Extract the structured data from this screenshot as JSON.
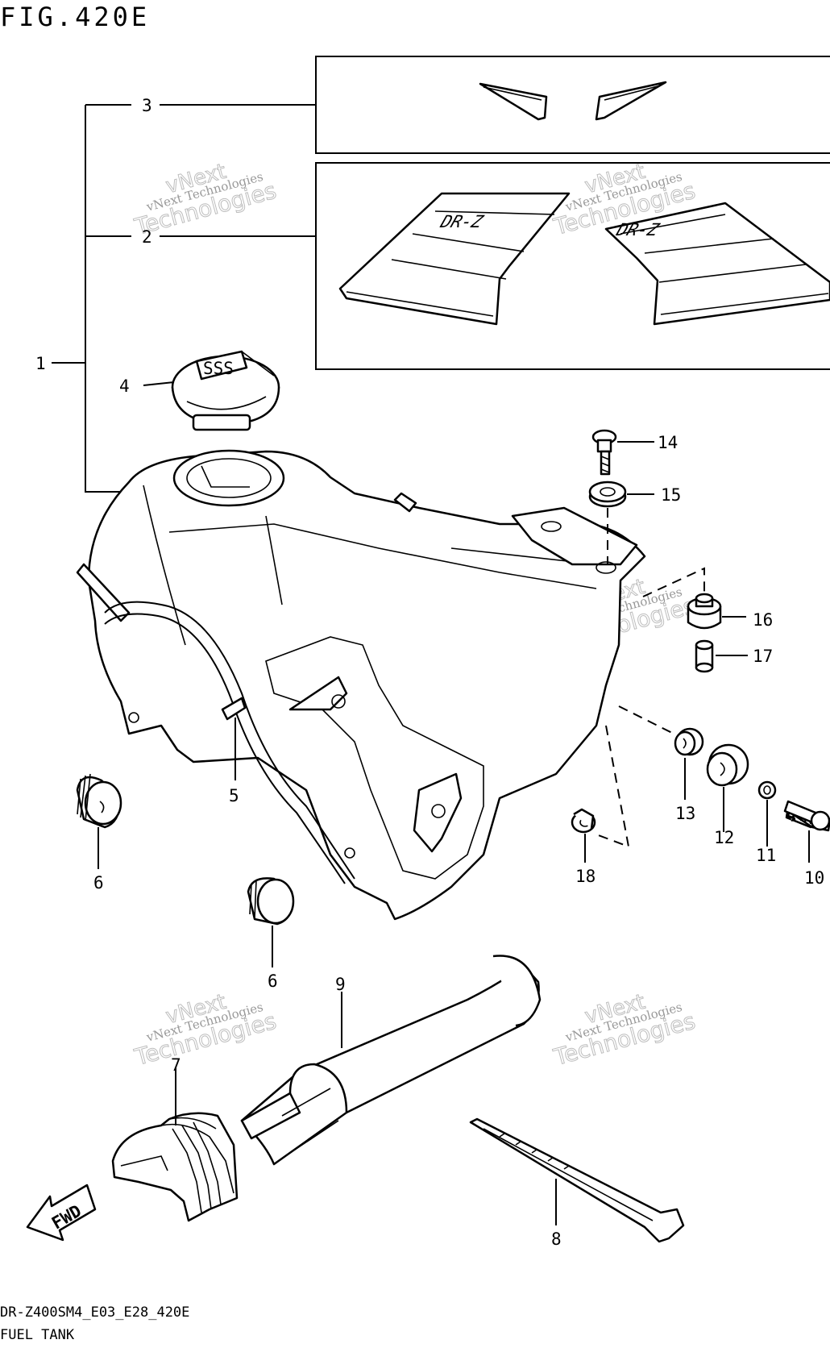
{
  "figure": {
    "title": "FIG.420E",
    "footer_code": "DR-Z400SM4_E03_E28_420E",
    "footer_name": "FUEL TANK"
  },
  "arrow_label": "FWD",
  "decal_text": "DR-Z",
  "cap_text": "SSS",
  "watermark": {
    "line1": "vNext",
    "line2": "vNext Technologies",
    "line3": "Technologies"
  },
  "callouts": {
    "c1": "1",
    "c2": "2",
    "c3": "3",
    "c4": "4",
    "c5": "5",
    "c6a": "6",
    "c6b": "6",
    "c7": "7",
    "c8": "8",
    "c9": "9",
    "c10": "10",
    "c11": "11",
    "c12": "12",
    "c13": "13",
    "c14": "14",
    "c15": "15",
    "c16": "16",
    "c17": "17",
    "c18": "18"
  }
}
